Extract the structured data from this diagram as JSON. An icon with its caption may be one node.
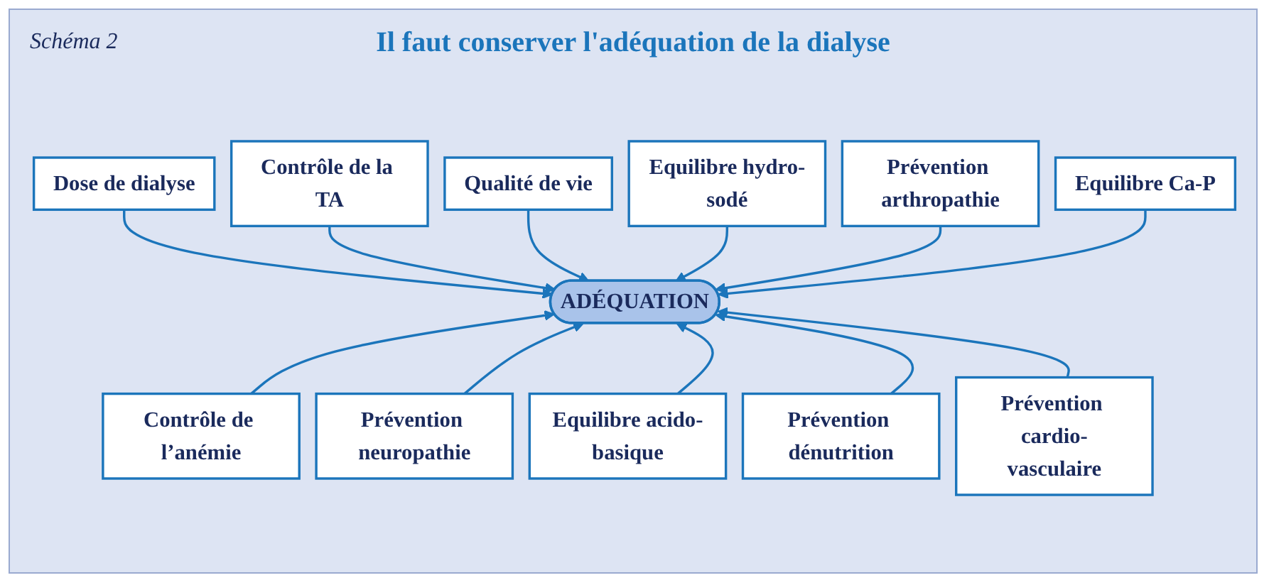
{
  "diagram": {
    "title": "Il faut conserver l'adéquation de la dialyse",
    "nodes": [
      {
        "text": [
          "Dose de dialyse"
        ]
      },
      {
        "text": [
          "Contrôle de la TA"
        ]
      },
      {
        "text": [
          "Qualité de vie"
        ]
      },
      {
        "text": [
          "Equilibre hydro-sodé"
        ]
      },
      {
        "text": [
          "Prévention arthropathie"
        ]
      },
      {
        "text": [
          "Equilibre Ca-P"
        ]
      },
      {
        "text": [
          "ADÉQUATION"
        ]
      },
      {
        "text": [
          "Contrôle de l’anémie"
        ]
      },
      {
        "text": [
          "Prévention neuropathie"
        ]
      },
      {
        "text": [
          "Equilibre acido-basique"
        ]
      },
      {
        "text": [
          "Prévention dénutrition"
        ]
      },
      {
        "text": [
          "Prévention cardio-vasculaire"
        ]
      }
    ],
    "edges": [
      {
        "from": 0,
        "to": 6,
        "arrow": "to"
      },
      {
        "from": 1,
        "to": 6,
        "arrow": "to"
      },
      {
        "from": 2,
        "to": 6,
        "arrow": "to"
      },
      {
        "from": 3,
        "to": 6,
        "arrow": "to"
      },
      {
        "from": 4,
        "to": 6,
        "arrow": "to"
      },
      {
        "from": 5,
        "to": 6,
        "arrow": "to"
      },
      {
        "from": 7,
        "to": 6,
        "arrow": "to"
      },
      {
        "from": 8,
        "to": 6,
        "arrow": "to"
      },
      {
        "from": 9,
        "to": 6,
        "arrow": "to"
      },
      {
        "from": 10,
        "to": 6,
        "arrow": "to"
      },
      {
        "from": 11,
        "to": 6,
        "arrow": "to"
      }
    ],
    "labels": [
      "Schéma 2"
    ]
  }
}
